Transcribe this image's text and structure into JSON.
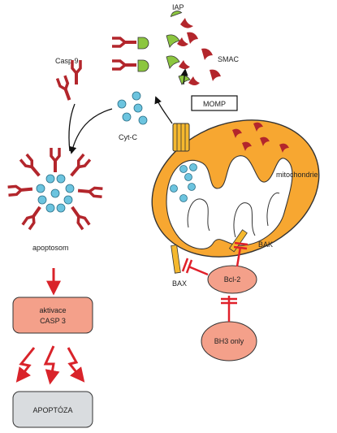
{
  "labels": {
    "iap": "IAP",
    "smac": "SMAC",
    "casp9": "Casp 9",
    "momp": "MOMP",
    "cytc": "Cyt-C",
    "mitochondrie": "mitochondrie",
    "apoptosom": "apoptosom",
    "bak": "BAK",
    "bax": "BAX",
    "bcl2": "Bcl-2",
    "bh3": "BH3 only",
    "aktivace_line1": "aktivace",
    "aktivace_line2": "CASP 3",
    "apoptoza": "APOPTÓZA"
  },
  "colors": {
    "caspase_red": "#b3262c",
    "iap_green": "#8cc63f",
    "cytc_blue": "#6cc4df",
    "mito_orange": "#f7a731",
    "protein_salmon": "#f4a08a",
    "pore_yellow": "#f5b82e",
    "inhibit_red": "#e0202a",
    "apoptoza_grey": "#d9dcdf"
  }
}
